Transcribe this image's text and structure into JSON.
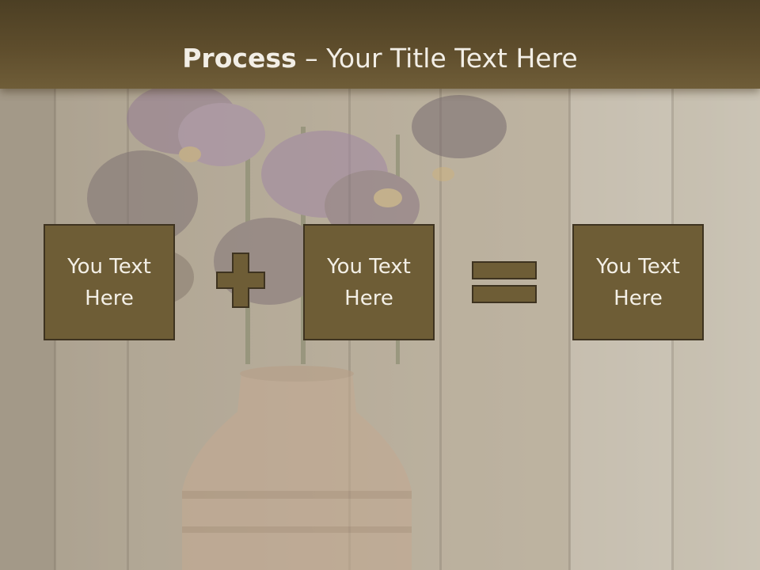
{
  "title": {
    "bold": "Process",
    "separator": " – ",
    "rest": "Your Title Text Here"
  },
  "boxes": [
    {
      "text": "You Text Here"
    },
    {
      "text": "You Text Here"
    },
    {
      "text": "You Text Here"
    }
  ],
  "operators": [
    "plus-icon",
    "equals-icon"
  ],
  "colors": {
    "title_bar": "#5e4d2c",
    "box_fill": "#6e5d36",
    "box_border": "#3e3320",
    "text": "#f3efe6"
  }
}
